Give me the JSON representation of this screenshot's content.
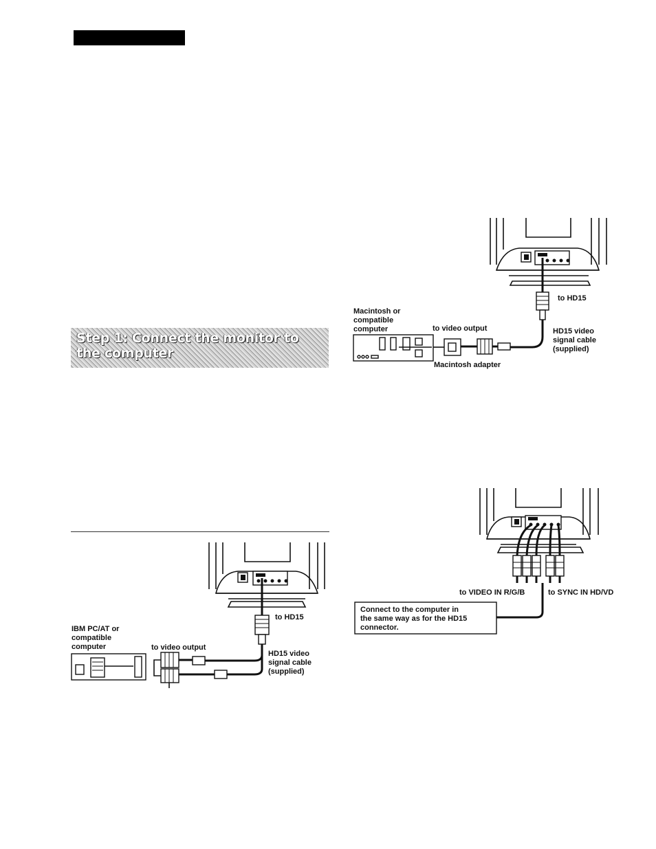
{
  "heading": {
    "step_title": "Step 1: Connect the monitor to the computer"
  },
  "diagram_mac": {
    "computer_label": [
      "Macintosh or",
      "compatible",
      "computer"
    ],
    "video_output_label": "to video output",
    "hd15_label": "to HD15",
    "cable_label": [
      "HD15 video",
      "signal cable",
      "(supplied)"
    ],
    "adapter_label": "Macintosh adapter"
  },
  "diagram_bnc": {
    "video_in_label": "to VIDEO IN R/G/B",
    "sync_in_label": "to SYNC IN HD/VD",
    "note": [
      "Connect to the computer in",
      "the same way as for the HD15",
      "connector."
    ]
  },
  "diagram_ibm": {
    "computer_label": [
      "IBM PC/AT or",
      "compatible",
      "computer"
    ],
    "video_output_label": "to video output",
    "hd15_label": "to HD15",
    "cable_label": [
      "HD15 video",
      "signal cable",
      "(supplied)"
    ]
  }
}
